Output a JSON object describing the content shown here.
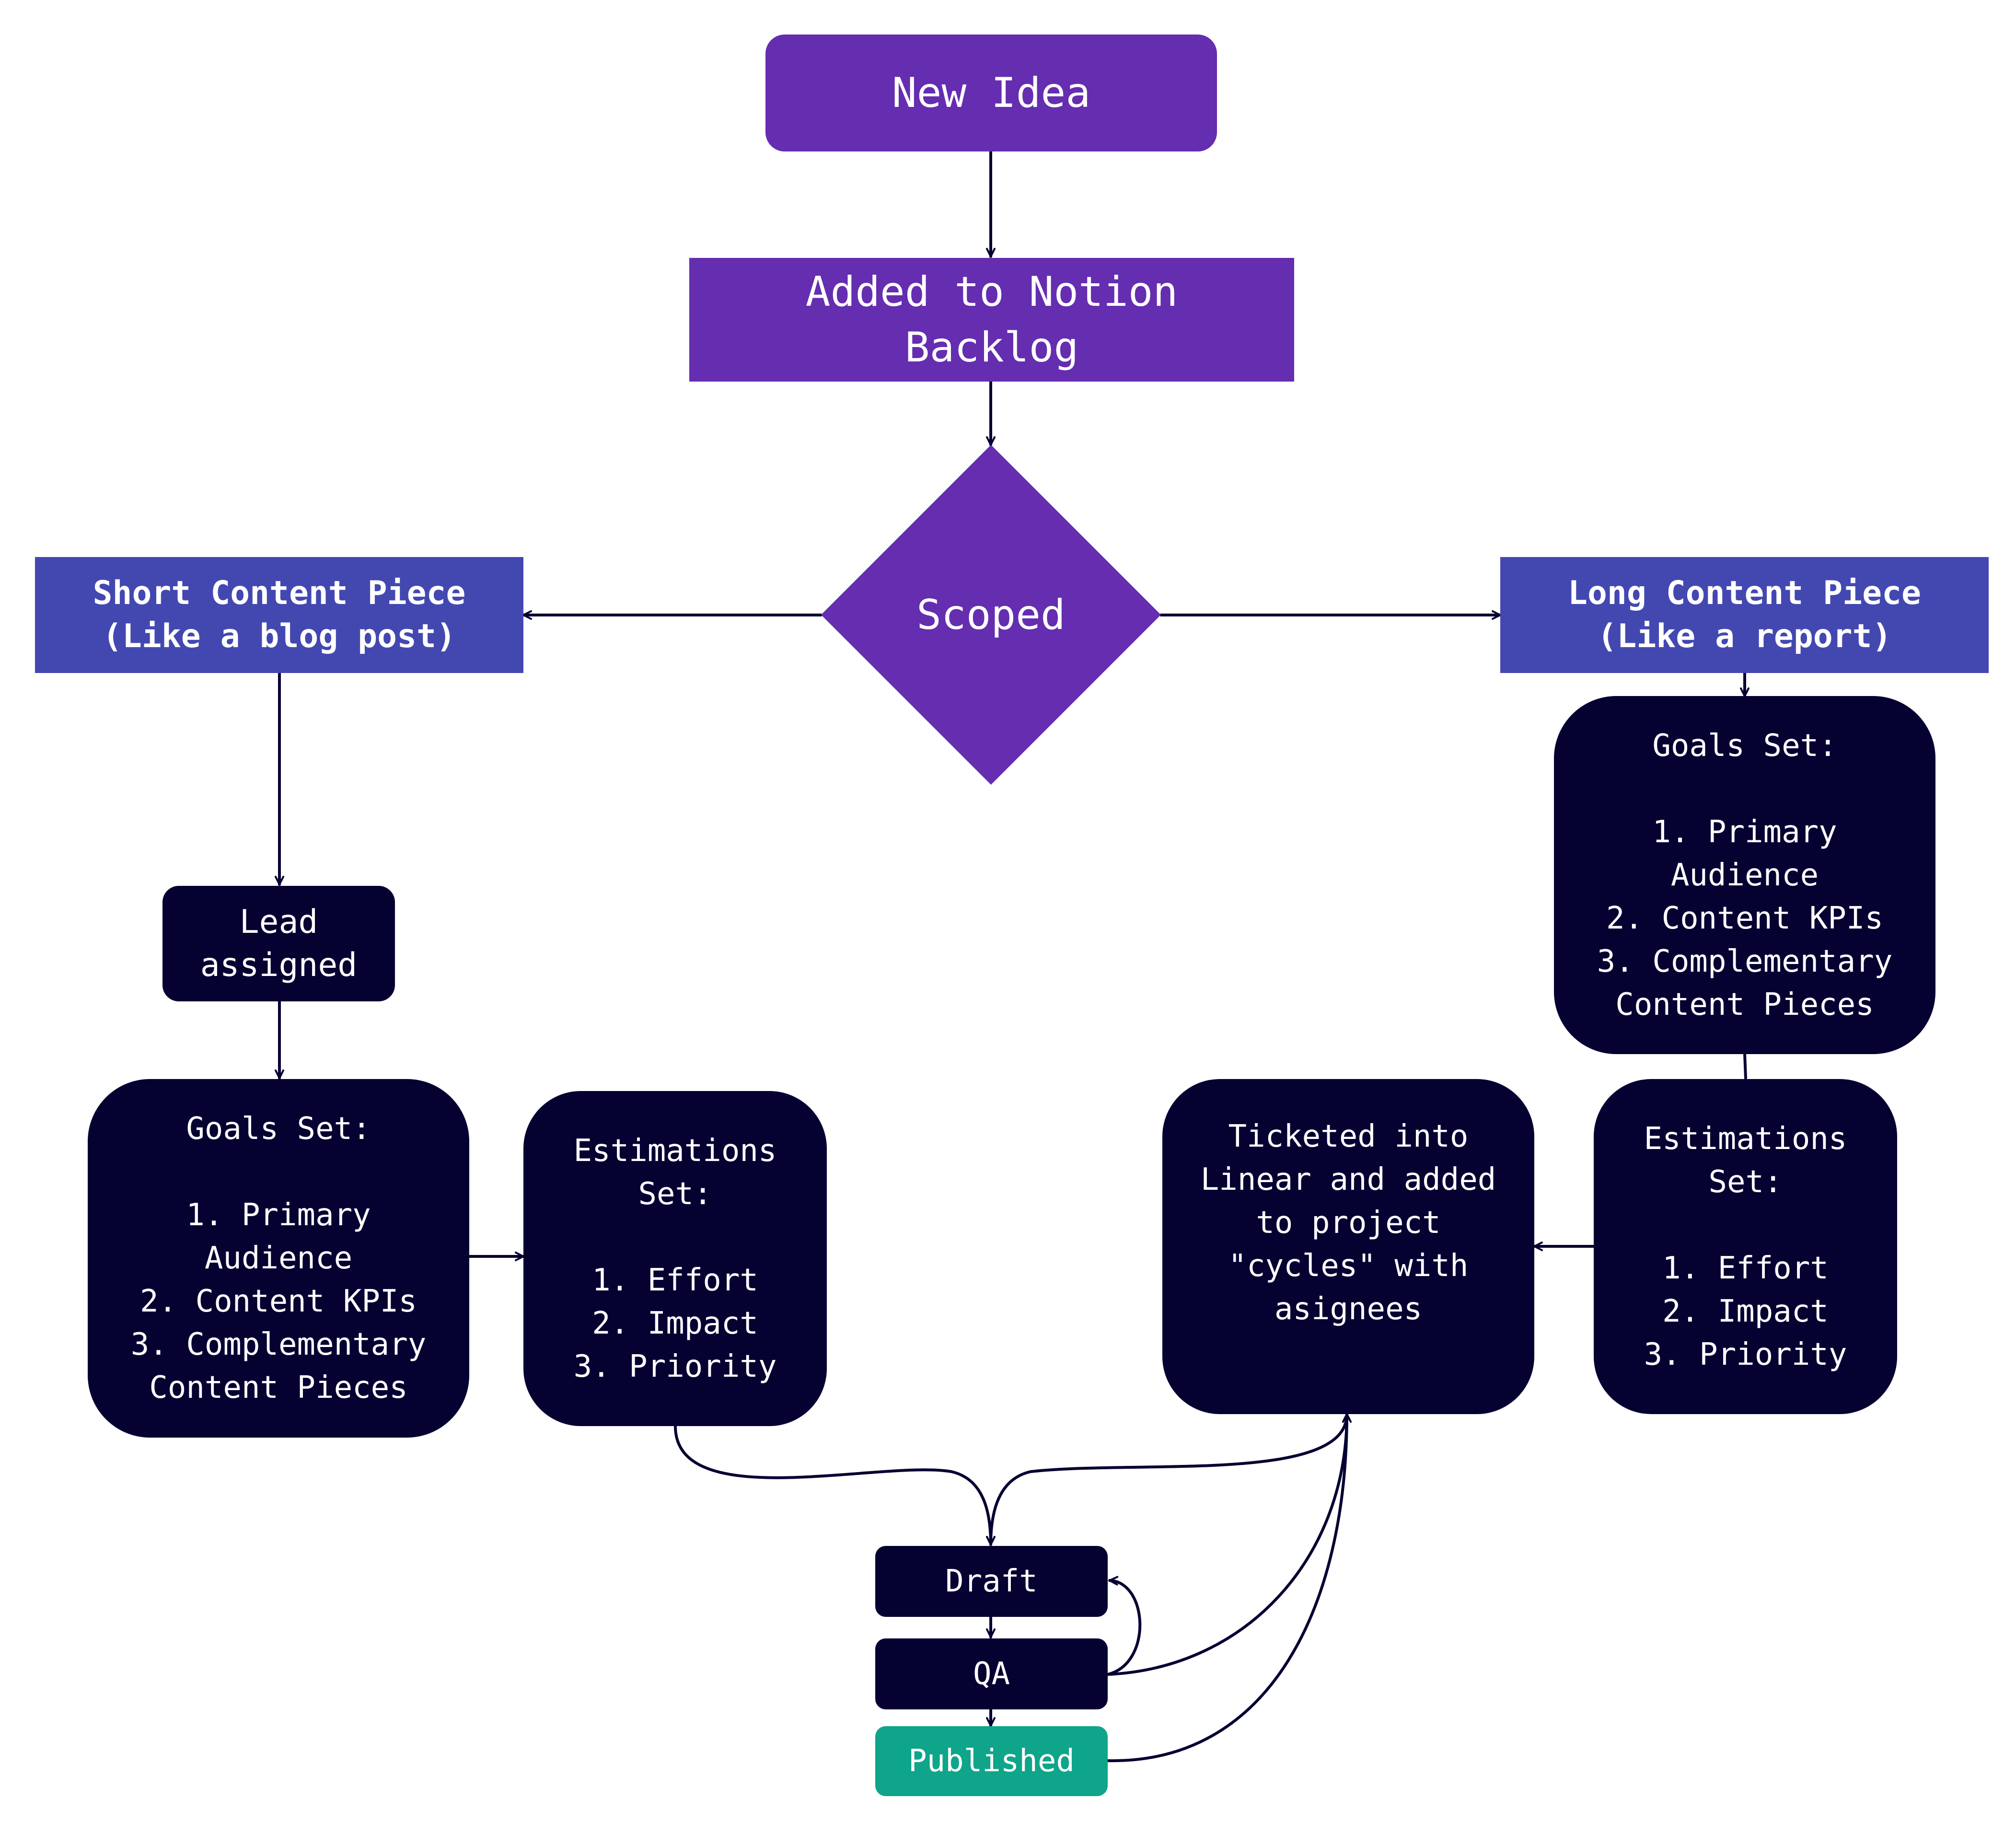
{
  "diagram": {
    "nodes": {
      "new_idea": "New Idea",
      "notion_backlog": "Added to Notion\nBacklog",
      "scoped": "Scoped",
      "short_piece": "Short Content Piece\n(Like a blog post)",
      "long_piece": "Long Content Piece\n(Like a report)",
      "lead_assigned": "Lead\nassigned",
      "goals_left": "Goals Set:\n\n1. Primary\nAudience\n2. Content KPIs\n3. Complementary\nContent Pieces",
      "goals_right": "Goals Set:\n\n1. Primary\nAudience\n2. Content KPIs\n3. Complementary\nContent Pieces",
      "estimations_left": "Estimations\nSet:\n\n1. Effort\n2. Impact\n3. Priority",
      "estimations_right": "Estimations\nSet:\n\n1. Effort\n2. Impact\n3. Priority",
      "ticketed": "Ticketed into\nLinear and added\nto project\n\"cycles\" with\nasignees",
      "draft": "Draft",
      "qa": "QA",
      "published": "Published"
    },
    "colors": {
      "primary_purple": "#652db0",
      "content_type_indigo": "#4348b1",
      "step_dark": "#050232",
      "published_green": "#0fa58a",
      "connector": "#050232"
    }
  }
}
